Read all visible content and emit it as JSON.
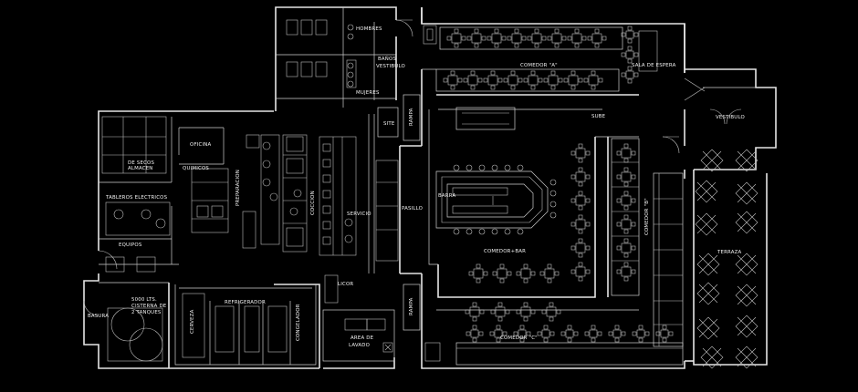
{
  "labels": {
    "hombres": "HOMBRES",
    "banos": "BAÑOS",
    "vestibulo_banos": "VESTIBULO",
    "mujeres": "MUJERES",
    "comedor_a": "COMEDOR \"A\"",
    "sala_espera": "SALA DE ESPERA",
    "vestibulo": "VESTIBULO",
    "sube": "SUBE",
    "site": "SITE",
    "rampa_top": "RAMPA",
    "oficina": "OFICINA",
    "secos_1": "DE SECOS",
    "secos_2": "ALMACEN",
    "quimicos": "QUIMICOS",
    "preparacion": "PREPARACION",
    "tableros": "TABLEROS ELECTRICOS",
    "equipos": "EQUIPOS",
    "coccion": "COCCION",
    "servicio": "SERVICIO",
    "pasillo": "PASILLO",
    "barra": "BARRA",
    "comedor_bar": "COMEDOR+BAR",
    "comedor_b": "COMEDOR \"B\"",
    "terraza": "TERRAZA",
    "licor": "LICOR",
    "rampa_bottom": "RAMPA",
    "refrigerador": "REFRIGERADOR",
    "cerveza": "CERVEZA",
    "congelador": "CONGELADOR",
    "cisterna_1": "5000 LTS.",
    "cisterna_2": "CISTERNA DE",
    "cisterna_3": "2 TANQUES",
    "basura": "BASURA",
    "lavado_1": "AREA DE",
    "lavado_2": "LAVADO",
    "comedor_c": "COMEDOR \"C\""
  },
  "colors": {
    "background": "#000000",
    "lines": "#e6e6e6",
    "text": "#f2f2f2"
  }
}
